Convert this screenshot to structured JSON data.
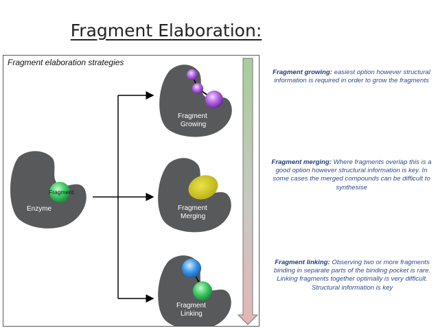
{
  "slide": {
    "title": "Fragment Elaboration:"
  },
  "figure": {
    "heading": "Fragment elaboration strategies",
    "enzyme_label": "Enzyme",
    "fragment_label": "Fragment",
    "growing_label_1": "Fragment",
    "growing_label_2": "Growing",
    "merging_label_1": "Fragment",
    "merging_label_2": "Merging",
    "linking_label_1": "Fragment",
    "linking_label_2": "Linking"
  },
  "notes": {
    "growing": {
      "title": "Fragment growing:",
      "text": " easiest option however structural information is required in order to grow the fragments"
    },
    "merging": {
      "title": "Fragment merging:",
      "text": " Where fragments overlap this is a good option however structural information is key. In some cases the merged compounds can be difficult to synthesise"
    },
    "linking": {
      "title": "Fragment linking:",
      "text": " Observing two or more fragments binding in separate parts of the binding pocket is rare. Linking fragments together optimally is very difficult. Structural information is key"
    }
  },
  "colors": {
    "enzyme": "#58595b",
    "fragment_green": "#2fbf5a",
    "merge_yellow": "#c9c21a",
    "grow_purple": "#a64fd6",
    "link_blue": "#2f8ee0",
    "note_text": "#2c4a8a"
  }
}
